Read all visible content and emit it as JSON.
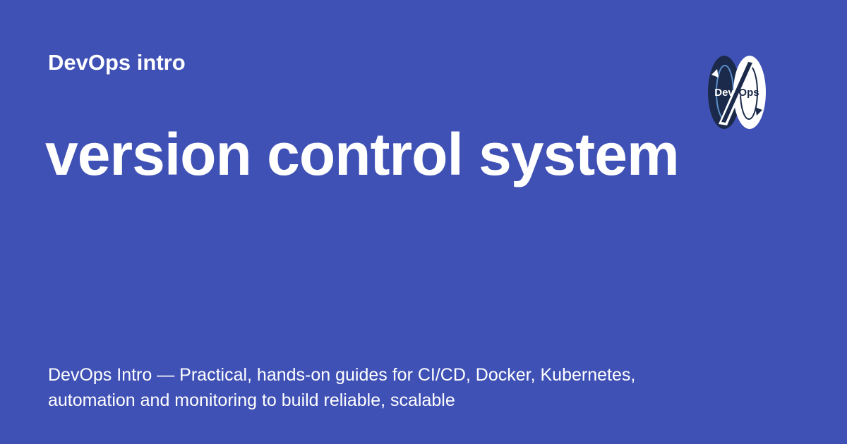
{
  "site": {
    "name": "DevOps intro"
  },
  "page": {
    "title": "version control system",
    "description": "DevOps Intro — Practical, hands-on guides for CI/CD, Docker, Kubernetes, automation and monitoring to build reliable, scalable"
  },
  "logo": {
    "left_text": "Dev",
    "right_text": "Ops",
    "icon": "devops-infinity-logo-icon"
  },
  "colors": {
    "background": "#3f51b5",
    "text": "#ffffff",
    "logo_dark": "#1b2a4a"
  }
}
